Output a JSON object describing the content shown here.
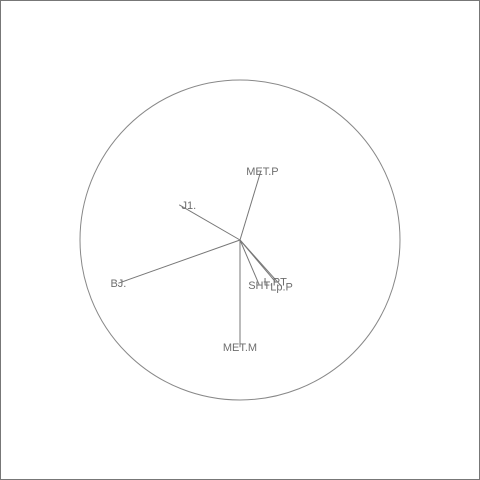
{
  "chart_data": {
    "type": "biplot-loadings",
    "title": "",
    "xlabel": "",
    "ylabel": "",
    "circle_radius": 1.0,
    "xlim": [
      -1.0,
      1.0
    ],
    "ylim": [
      -1.0,
      1.0
    ],
    "grid": false,
    "colors": {
      "line": "#777777",
      "circle": "#888888",
      "text": "#6e6e6e",
      "frame": "#777777"
    },
    "vectors": [
      {
        "name": "MET.P",
        "x": 0.13,
        "y": 0.43,
        "label_dx": 0.01,
        "label_dy": 0.0
      },
      {
        "name": "J1.",
        "x": -0.38,
        "y": 0.22,
        "label_dx": 0.06,
        "label_dy": 0.0
      },
      {
        "name": "BJ.",
        "x": -0.76,
        "y": -0.27,
        "label_dx": 0.0,
        "label_dy": 0.0
      },
      {
        "name": "SHT",
        "x": 0.12,
        "y": -0.28,
        "label_dx": 0.0,
        "label_dy": -0.001
      },
      {
        "name": "L.PT",
        "x": 0.22,
        "y": -0.26,
        "label_dx": 0.0,
        "label_dy": 0.0
      },
      {
        "name": "Lp.P",
        "x": 0.26,
        "y": -0.29,
        "label_dx": 0.0,
        "label_dy": 0.0
      },
      {
        "name": "MET.M",
        "x": 0.0,
        "y": -0.67,
        "label_dx": 0.0,
        "label_dy": 0.0
      }
    ]
  }
}
